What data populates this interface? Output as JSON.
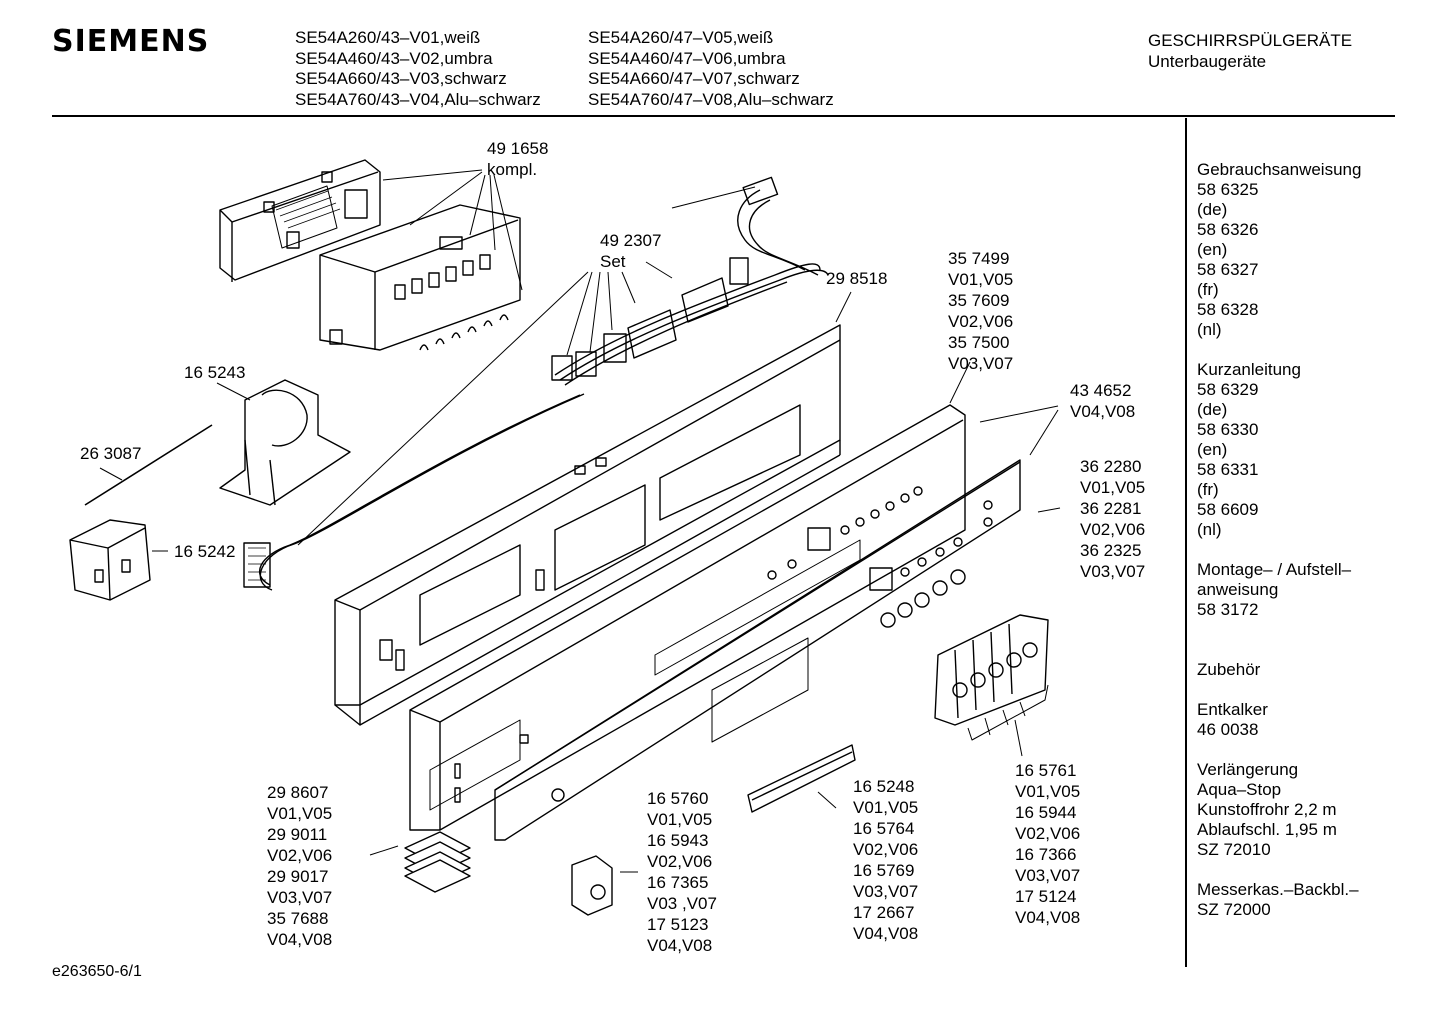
{
  "header": {
    "brand": "SIEMENS",
    "models_col1": [
      "SE54A260/43–V01,weiß",
      "SE54A460/43–V02,umbra",
      "SE54A660/43–V03,schwarz",
      "SE54A760/43–V04,Alu–schwarz"
    ],
    "models_col2": [
      "SE54A260/47–V05,weiß",
      "SE54A460/47–V06,umbra",
      "SE54A660/47–V07,schwarz",
      "SE54A760/47–V08,Alu–schwarz"
    ],
    "category": "GESCHIRRSPÜLGERÄTE",
    "subcategory": "Unterbaugeräte"
  },
  "sidebar": {
    "sections": [
      {
        "lines": [
          "Gebrauchsanweisung",
          "58 6325",
          "(de)",
          "58 6326",
          "(en)",
          "58 6327",
          "(fr)",
          "58 6328",
          "(nl)"
        ]
      },
      {
        "lines": [
          "Kurzanleitung",
          "58 6329",
          "(de)",
          "58 6330",
          "(en)",
          "58 6331",
          "(fr)",
          "58 6609",
          "(nl)"
        ]
      },
      {
        "lines": [
          "Montage– / Aufstell–",
          "anweisung",
          "58 3172"
        ]
      },
      {
        "lines": [
          "",
          "Zubehör"
        ]
      },
      {
        "lines": [
          "Entkalker",
          "46 0038"
        ]
      },
      {
        "lines": [
          "Verlängerung",
          "Aqua–Stop",
          "Kunstoffrohr 2,2 m",
          "Ablaufschl. 1,95 m",
          "SZ 72010"
        ]
      },
      {
        "lines": [
          "Messerkas.–Backbl.–",
          "SZ 72000"
        ]
      }
    ]
  },
  "parts": {
    "p491658": [
      "49 1658",
      "kompl."
    ],
    "p492307": [
      "49 2307",
      "Set"
    ],
    "p298518": [
      "29 8518"
    ],
    "p357499": [
      "35 7499",
      "V01,V05",
      "35 7609",
      "V02,V06",
      "35 7500",
      "V03,V07"
    ],
    "p434652": [
      "43 4652",
      "V04,V08"
    ],
    "p165243": [
      "16 5243"
    ],
    "p263087": [
      "26 3087"
    ],
    "p165242": [
      "16 5242"
    ],
    "p362280": [
      "36 2280",
      "V01,V05",
      "36 2281",
      "V02,V06",
      "36 2325",
      "V03,V07"
    ],
    "p298607": [
      "29 8607",
      "V01,V05",
      "29 9011",
      "V02,V06",
      "29 9017",
      "V03,V07",
      "35 7688",
      "V04,V08"
    ],
    "p165760": [
      "16 5760",
      "V01,V05",
      "16 5943",
      "V02,V06",
      "16 7365",
      "V03 ,V07",
      "17 5123",
      "V04,V08"
    ],
    "p165248": [
      "16 5248",
      "V01,V05",
      "16 5764",
      "V02,V06",
      "16 5769",
      "V03,V07",
      "17 2667",
      "V04,V08"
    ],
    "p165761": [
      "16 5761",
      "V01,V05",
      "16 5944",
      "V02,V06",
      "16 7366",
      "V03,V07",
      "17 5124",
      "V04,V08"
    ]
  },
  "footer": {
    "drawing_id": "e263650-6/1"
  }
}
